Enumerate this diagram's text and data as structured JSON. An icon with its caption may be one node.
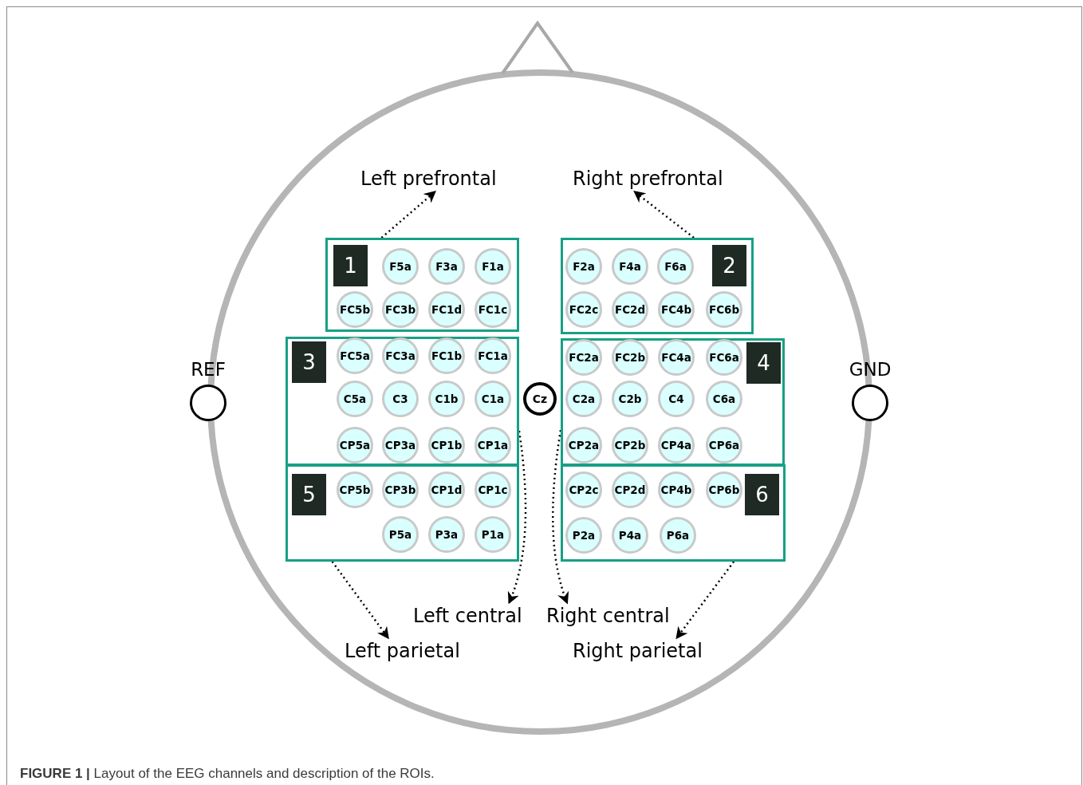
{
  "diagram": {
    "caption": "**FIGURE 1 |** Layout of the EEG channels and description of the ROIs.",
    "nodes": [
      {
        "text": [
          "Left prefrontal"
        ]
      },
      {
        "text": [
          "Right prefrontal"
        ]
      },
      {
        "text": [
          "1"
        ]
      },
      {
        "text": [
          "F5a"
        ],
        "in": 2
      },
      {
        "text": [
          "F3a"
        ],
        "in": 2
      },
      {
        "text": [
          "F1a"
        ],
        "in": 2
      },
      {
        "text": [
          "FC5b"
        ],
        "in": 2
      },
      {
        "text": [
          "FC3b"
        ],
        "in": 2
      },
      {
        "text": [
          "FC1d"
        ],
        "in": 2
      },
      {
        "text": [
          "FC1c"
        ],
        "in": 2
      },
      {
        "text": [
          "2"
        ]
      },
      {
        "text": [
          "F2a"
        ],
        "in": 10
      },
      {
        "text": [
          "F4a"
        ],
        "in": 10
      },
      {
        "text": [
          "F6a"
        ],
        "in": 10
      },
      {
        "text": [
          "FC2c"
        ],
        "in": 10
      },
      {
        "text": [
          "FC2d"
        ],
        "in": 10
      },
      {
        "text": [
          "FC4b"
        ],
        "in": 10
      },
      {
        "text": [
          "FC6b"
        ],
        "in": 10
      },
      {
        "text": [
          "REF"
        ]
      },
      {
        "text": [
          "3"
        ]
      },
      {
        "text": [
          "FC5a"
        ],
        "in": 19
      },
      {
        "text": [
          "FC3a"
        ],
        "in": 19
      },
      {
        "text": [
          "FC1b"
        ],
        "in": 19
      },
      {
        "text": [
          "FC1a"
        ],
        "in": 19
      },
      {
        "text": [
          "C5a"
        ],
        "in": 19
      },
      {
        "text": [
          "C3"
        ],
        "in": 19
      },
      {
        "text": [
          "C1b"
        ],
        "in": 19
      },
      {
        "text": [
          "C1a"
        ],
        "in": 19
      },
      {
        "text": [
          "CP5a"
        ],
        "in": 19
      },
      {
        "text": [
          "CP3a"
        ],
        "in": 19
      },
      {
        "text": [
          "CP1b"
        ],
        "in": 19
      },
      {
        "text": [
          "CP1a"
        ],
        "in": 19
      },
      {
        "text": [
          "Cz"
        ]
      },
      {
        "text": [
          "4"
        ]
      },
      {
        "text": [
          "FC2a"
        ],
        "in": 33
      },
      {
        "text": [
          "FC2b"
        ],
        "in": 33
      },
      {
        "text": [
          "FC4a"
        ],
        "in": 33
      },
      {
        "text": [
          "FC6a"
        ],
        "in": 33
      },
      {
        "text": [
          "C2a"
        ],
        "in": 33
      },
      {
        "text": [
          "C2b"
        ],
        "in": 33
      },
      {
        "text": [
          "C4"
        ],
        "in": 33
      },
      {
        "text": [
          "C6a"
        ],
        "in": 33
      },
      {
        "text": [
          "CP2a"
        ],
        "in": 33
      },
      {
        "text": [
          "CP2b"
        ],
        "in": 33
      },
      {
        "text": [
          "CP4a"
        ],
        "in": 33
      },
      {
        "text": [
          "CP6a"
        ],
        "in": 33
      },
      {
        "text": [
          "GND"
        ]
      },
      {
        "text": [
          "5"
        ]
      },
      {
        "text": [
          "CP5b"
        ],
        "in": 47
      },
      {
        "text": [
          "CP3b"
        ],
        "in": 47
      },
      {
        "text": [
          "CP1d"
        ],
        "in": 47
      },
      {
        "text": [
          "CP1c"
        ],
        "in": 47
      },
      {
        "text": [
          "P5a"
        ],
        "in": 47
      },
      {
        "text": [
          "P3a"
        ],
        "in": 47
      },
      {
        "text": [
          "P1a"
        ],
        "in": 47
      },
      {
        "text": [
          "6"
        ]
      },
      {
        "text": [
          "CP2c"
        ],
        "in": 55
      },
      {
        "text": [
          "CP2d"
        ],
        "in": 55
      },
      {
        "text": [
          "CP4b"
        ],
        "in": 55
      },
      {
        "text": [
          "CP6b"
        ],
        "in": 55
      },
      {
        "text": [
          "P2a"
        ],
        "in": 55
      },
      {
        "text": [
          "P4a"
        ],
        "in": 55
      },
      {
        "text": [
          "P6a"
        ],
        "in": 55
      },
      {
        "text": [
          "Left central"
        ]
      },
      {
        "text": [
          "Right central"
        ]
      },
      {
        "text": [
          "Left parietal"
        ]
      },
      {
        "text": [
          "Right parietal"
        ]
      }
    ],
    "edges": [
      {
        "from": 2,
        "to": 0,
        "arrow": "to",
        "style": "dashed"
      },
      {
        "from": 10,
        "to": 1,
        "arrow": "to",
        "style": "dashed"
      },
      {
        "from": 19,
        "to": 63,
        "arrow": "to",
        "style": "dashed"
      },
      {
        "from": 33,
        "to": 64,
        "arrow": "to",
        "style": "dashed"
      },
      {
        "from": 47,
        "to": 65,
        "arrow": "to",
        "style": "dashed"
      },
      {
        "from": 55,
        "to": 66,
        "arrow": "to",
        "style": "dashed"
      }
    ]
  }
}
